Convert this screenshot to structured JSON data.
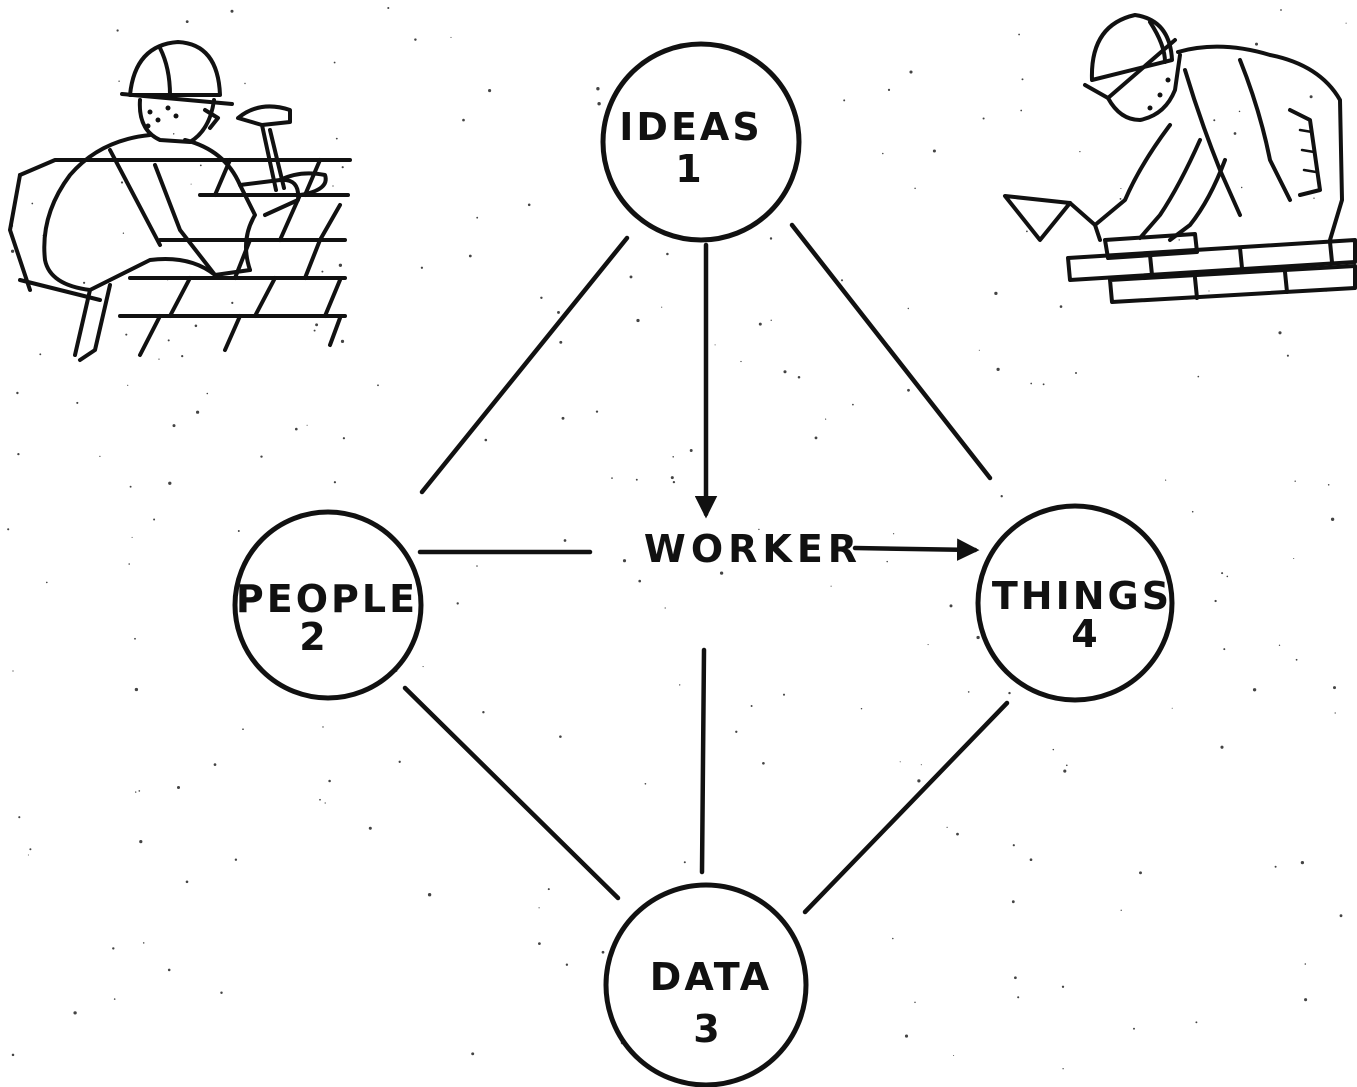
{
  "diagram": {
    "center": {
      "label": "WORKER"
    },
    "nodes": [
      {
        "id": "ideas",
        "title": "IDEAS",
        "number": "1"
      },
      {
        "id": "people",
        "title": "PEOPLE",
        "number": "2"
      },
      {
        "id": "data",
        "title": "DATA",
        "number": "3"
      },
      {
        "id": "things",
        "title": "THINGS",
        "number": "4"
      }
    ],
    "connections": [
      {
        "from": "ideas",
        "to": "people"
      },
      {
        "from": "ideas",
        "to": "things"
      },
      {
        "from": "ideas",
        "to": "worker",
        "arrow": true
      },
      {
        "from": "people",
        "to": "worker"
      },
      {
        "from": "worker",
        "to": "things",
        "arrow": true
      },
      {
        "from": "worker",
        "to": "data"
      },
      {
        "from": "people",
        "to": "data"
      },
      {
        "from": "things",
        "to": "data"
      }
    ]
  },
  "illustrations": [
    {
      "name": "roofer-with-hammer",
      "position": "top-left"
    },
    {
      "name": "bricklayer-with-trowel",
      "position": "top-right"
    }
  ],
  "colors": {
    "ink": "#111111",
    "paper": "#ffffff"
  }
}
